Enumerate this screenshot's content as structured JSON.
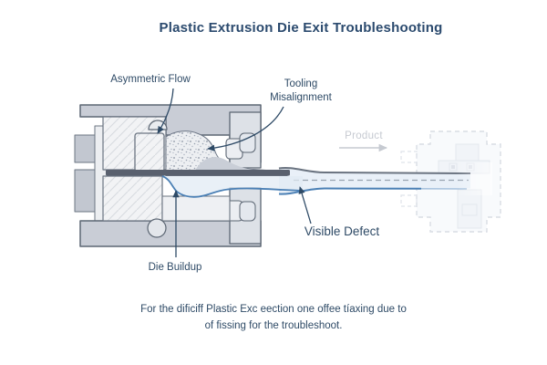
{
  "title": "Plastic Extrusion Die Exit Troubleshooting",
  "labels": {
    "asymmetric_flow": "Asymmetric Flow",
    "tooling_line1": "Tooling",
    "tooling_line2": "Misalignment",
    "product": "Product",
    "visible_defect": "Visible Defect",
    "die_buildup": "Die Buildup"
  },
  "caption": {
    "line1": "For the dificiff Plastic Exc eection one offee tíaxing due to",
    "line2": "of fissing for the troubleshoot."
  },
  "colors": {
    "title_text": "#2b4a6e",
    "label_text": "#2e4a66",
    "muted_text": "#c6cad1",
    "outline": "#5c6673",
    "outer_block": "#c9cdd6",
    "face_plate": "#dde1e7",
    "inner_body": "#f2f3f5",
    "hatch_line": "#d8dbe0",
    "inlet_bar": "#c2c7d0",
    "mandrel": "#59606e",
    "hump": "#c9ced7",
    "defect_blue": "#4b80b5",
    "defect_fill": "#dfe9f4",
    "product_fill": "#e9f0f8",
    "product_top_line": "#6a7380",
    "dashed_centerline": "#99a3b0",
    "ghost_outline": "#d9dde4",
    "ghost_fill": "#f8fafc",
    "leader_line": "#2e4a66"
  }
}
